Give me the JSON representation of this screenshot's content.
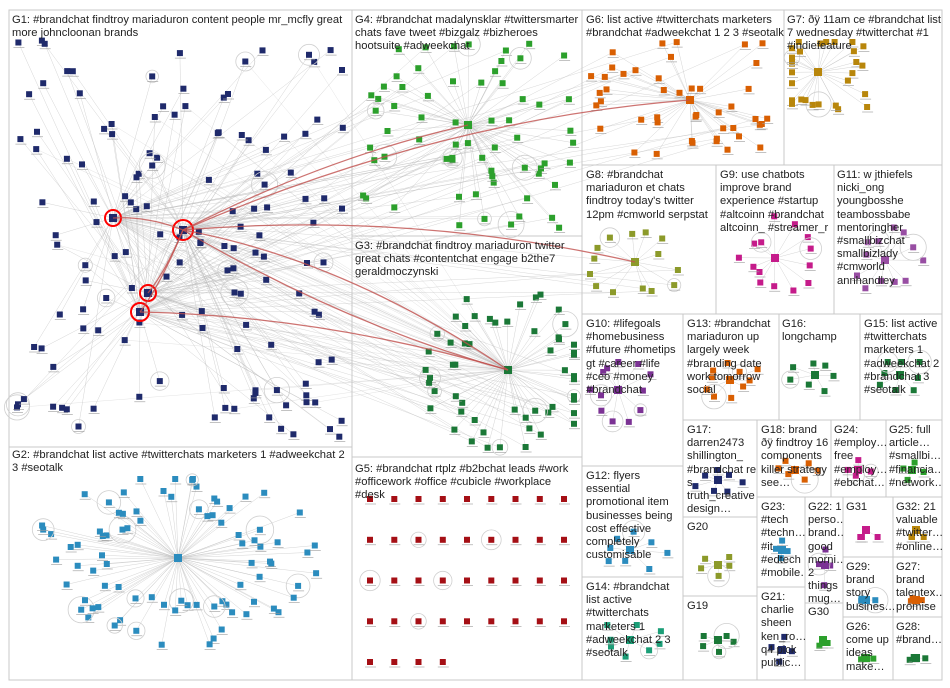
{
  "colors": {
    "edge": "#b8b8b8",
    "arc": "#c0504d",
    "border": "#c8c8c8",
    "hub_node": "#ff0000",
    "text": "#222222"
  },
  "groups": [
    {
      "id": "G1",
      "label": "G1: #brandchat findtroy mariaduron content people mr_mcfly great more johncloonan brands",
      "node_color": "#1f2a6b",
      "layout": "cluster"
    },
    {
      "id": "G2",
      "label": "G2: #brandchat list active #twitterchats marketers 1 #adweekchat 2 3 #seotalk",
      "node_color": "#2b8cbe",
      "layout": "star"
    },
    {
      "id": "G3",
      "label": "G3: #brandchat findtroy mariaduron twitter great chats #contentchat engage b2the7 geraldmoczynski",
      "node_color": "#1b7837",
      "layout": "star"
    },
    {
      "id": "G4",
      "label": "G4: #brandchat madalynsklar #twittersmarter chats fave tweet #bizgalz #bizheroes hootsuite #adweekchat",
      "node_color": "#2ca02c",
      "layout": "cluster"
    },
    {
      "id": "G5",
      "label": "G5: #brandchat rtplz #b2bchat leads #work #officework #office #cubicle #workplace #desk",
      "node_color": "#a50f15",
      "layout": "grid"
    },
    {
      "id": "G6",
      "label": "G6: list active #twitterchats marketers #brandchat #adweekchat 1 2 3 #seotalk",
      "node_color": "#d95f02",
      "layout": "cluster"
    },
    {
      "id": "G7",
      "label": "G7: ðÿ 11am ce #brandchat list 7 wednesday #twitterchat #1 #indiefeature",
      "node_color": "#b8860b",
      "layout": "star"
    },
    {
      "id": "G8",
      "label": "G8: #brandchat mariaduron et chats findtroy today's twitter 12pm #cmworld serpstat",
      "node_color": "#8c9a2a",
      "layout": "star"
    },
    {
      "id": "G9",
      "label": "G9: use chatbots improve brand experience #startup #altcoinn #brandchat altcoinn_ #streamer_r",
      "node_color": "#c51b8a",
      "layout": "star"
    },
    {
      "id": "G10",
      "label": "G10: #lifegoals #homebusiness #future #hometips gt #career #life #ceo #money #brandchat",
      "node_color": "#7b3294",
      "layout": "star"
    },
    {
      "id": "G11",
      "label": "G11: w jthiefels nicki_ong youngbosshe teambossbabe mentoringher #smallbizchat smallbizlady #cmworld annhandley",
      "node_color": "#984ea3",
      "layout": "star"
    },
    {
      "id": "G12",
      "label": "G12: flyers essential promotional item businesses being cost effective completely customisable",
      "node_color": "#2b8cbe",
      "layout": "star"
    },
    {
      "id": "G13",
      "label": "G13: #brandchat mariaduron up largely week #branding date work tomorrow social",
      "node_color": "#d95f02",
      "layout": "star"
    },
    {
      "id": "G14",
      "label": "G14: #brandchat list active #twitterchats marketers 1 #adweekchat 2 3 #seotalk",
      "node_color": "#1b9e77",
      "layout": "star"
    },
    {
      "id": "G15",
      "label": "G15: list active #twitterchats marketers 1 #adweekchat 2 #brandchat 3 #seotalk",
      "node_color": "#1b7837",
      "layout": "star"
    },
    {
      "id": "G16",
      "label": "G16: longchamp",
      "node_color": "#1b7837",
      "layout": "star"
    },
    {
      "id": "G17",
      "label": "G17: darren2473 shillington_ #brandchat re s truth_creative design…",
      "node_color": "#1f2a6b",
      "layout": "star"
    },
    {
      "id": "G18",
      "label": "G18: brand ðÿ findtroy 16 components killer strategy see…",
      "node_color": "#d95f02",
      "layout": "star"
    },
    {
      "id": "G19",
      "label": "G19",
      "node_color": "#1b7837",
      "layout": "star"
    },
    {
      "id": "G20",
      "label": "G20",
      "node_color": "#8c9a2a",
      "layout": "star"
    },
    {
      "id": "G21",
      "label": "G21: charlie sheen ken_ro… q4 pick public…",
      "node_color": "#1f2a6b",
      "layout": "star"
    },
    {
      "id": "G22",
      "label": "G22: 1 perso… brand… good morni… 2 things mug…",
      "node_color": "#7b3294",
      "layout": "star"
    },
    {
      "id": "G23",
      "label": "G23: #tech #techn… #it #edtech #mobile…",
      "node_color": "#2b8cbe",
      "layout": "star"
    },
    {
      "id": "G24",
      "label": "G24: #employ… free #employ… #ebchat…",
      "node_color": "#c51b8a",
      "layout": "star"
    },
    {
      "id": "G25",
      "label": "G25: full article… #smallbi… #financia… #network…",
      "node_color": "#2ca02c",
      "layout": "star"
    },
    {
      "id": "G26",
      "label": "G26: come up ideas make…",
      "node_color": "#2ca02c",
      "layout": "star"
    },
    {
      "id": "G27",
      "label": "G27: brand talentex… promise",
      "node_color": "#d95f02",
      "layout": "star"
    },
    {
      "id": "G28",
      "label": "G28: #brand…",
      "node_color": "#1b7837",
      "layout": "star"
    },
    {
      "id": "G29",
      "label": "G29: brand story busines…",
      "node_color": "#2b8cbe",
      "layout": "star"
    },
    {
      "id": "G30",
      "label": "G30",
      "node_color": "#2ca02c",
      "layout": "star"
    },
    {
      "id": "G31",
      "label": "G31",
      "node_color": "#c51b8a",
      "layout": "star"
    },
    {
      "id": "G32",
      "label": "G32: 21 valuable #twitter… #online…",
      "node_color": "#b8860b",
      "layout": "star"
    }
  ]
}
